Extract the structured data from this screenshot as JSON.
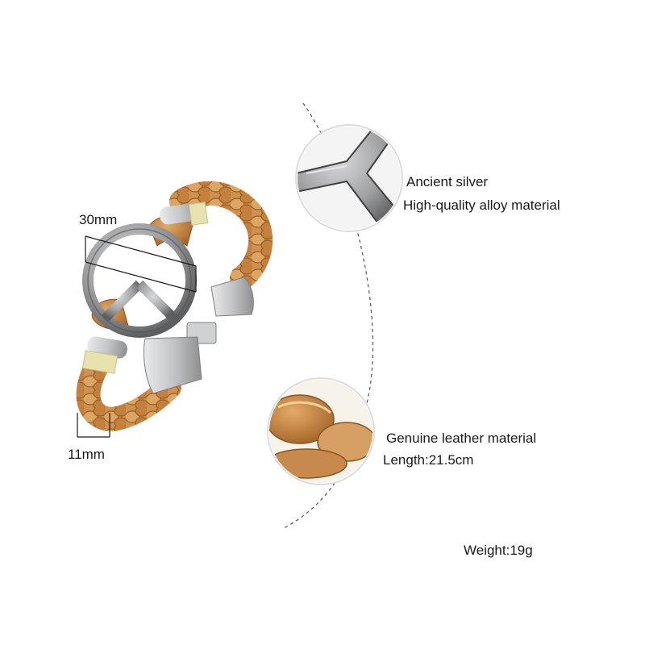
{
  "dimensions": {
    "width_label": "30mm",
    "thickness_label": "11mm"
  },
  "callouts": {
    "metal": {
      "line1": "Ancient silver",
      "line2": "High-quality alloy material"
    },
    "leather": {
      "line1": "Genuine leather material",
      "line2": "Length:21.5cm"
    }
  },
  "weight": "Weight:19g",
  "colors": {
    "background": "#ffffff",
    "leather": "#c98a45",
    "leather_dark": "#9a5e26",
    "silver": "#a7a9ab",
    "silver_dark": "#5f6163",
    "thread": "#e8e2b0"
  },
  "icons": [
    "peace-symbol-icon"
  ]
}
